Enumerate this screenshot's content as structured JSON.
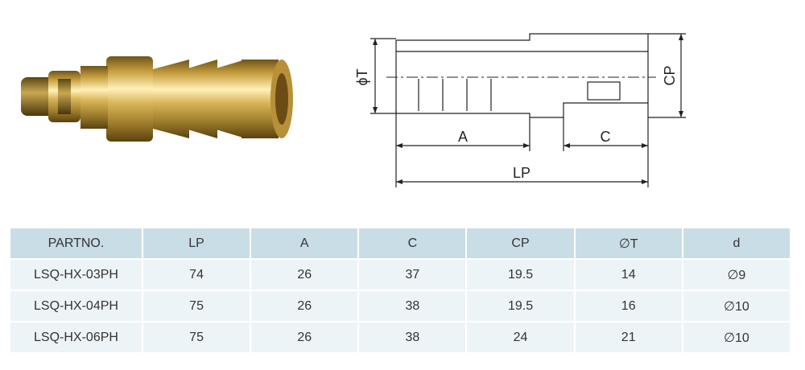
{
  "drawing": {
    "phi_t_label": "ϕT",
    "a_label": "A",
    "c_label": "C",
    "lp_label": "LP",
    "cp_label": "CP"
  },
  "table": {
    "columns": [
      "PARTNO.",
      "LP",
      "A",
      "C",
      "CP",
      "∅T",
      "d"
    ],
    "rows": [
      [
        "LSQ-HX-03PH",
        "74",
        "26",
        "37",
        "19.5",
        "14",
        "∅9"
      ],
      [
        "LSQ-HX-04PH",
        "75",
        "26",
        "38",
        "19.5",
        "16",
        "∅10"
      ],
      [
        "LSQ-HX-06PH",
        "75",
        "26",
        "38",
        "24",
        "21",
        "∅10"
      ]
    ]
  },
  "colors": {
    "header_bg": "#c9dde6",
    "row_bg": "#edf4f7",
    "brass": "#c9a040"
  }
}
